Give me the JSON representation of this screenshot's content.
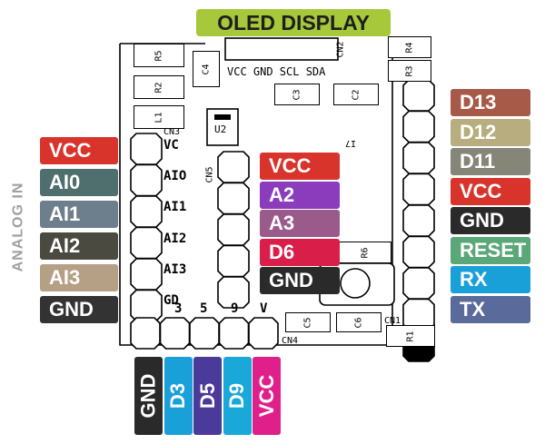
{
  "title": "OLED DISPLAY",
  "analog_caption": "ANALOG IN",
  "oled_pins": "VCC GND SCL SDA",
  "silkscreen": {
    "cn2": "CN2",
    "cn3": "CN3",
    "cn5": "CN5",
    "cn4": "CN4",
    "cn1": "CN1",
    "r5": "R5",
    "r2": "R2",
    "l1": "L1",
    "c4": "C4",
    "c3": "C3",
    "c2": "C2",
    "r4": "R4",
    "r3": "R3",
    "u2": "U2",
    "i7": "I7",
    "r6": "R6",
    "c5": "C5",
    "c6": "C6",
    "r1": "R1",
    "left_pins": [
      "VC",
      "AIO",
      "AI1",
      "AI2",
      "AI3",
      "GD"
    ],
    "bottom_pins": [
      "3",
      "5",
      "9",
      "V"
    ]
  },
  "left_labels": [
    {
      "text": "VCC",
      "color": "#d9342b"
    },
    {
      "text": "AI0",
      "color": "#4f6e6e"
    },
    {
      "text": "AI1",
      "color": "#6d7f8c"
    },
    {
      "text": "AI2",
      "color": "#4a4a40"
    },
    {
      "text": "AI3",
      "color": "#b59f85"
    },
    {
      "text": "GND",
      "color": "#333333"
    }
  ],
  "center_labels": [
    {
      "text": "VCC",
      "color": "#d9342b"
    },
    {
      "text": "A2",
      "color": "#8a3cbd"
    },
    {
      "text": "A3",
      "color": "#9a5a8a"
    },
    {
      "text": "D6",
      "color": "#d91e4a"
    },
    {
      "text": "GND",
      "color": "#2a2a2a"
    }
  ],
  "right_labels": [
    {
      "text": "D13",
      "color": "#a85a48"
    },
    {
      "text": "D12",
      "color": "#b8ad7e"
    },
    {
      "text": "D11",
      "color": "#858578"
    },
    {
      "text": "VCC",
      "color": "#d9342b"
    },
    {
      "text": "GND",
      "color": "#2a2a2a"
    },
    {
      "text": "RESET",
      "color": "#5aa878"
    },
    {
      "text": "RX",
      "color": "#1aa0d8"
    },
    {
      "text": "TX",
      "color": "#5a6a9a"
    }
  ],
  "bottom_labels": [
    {
      "text": "GND",
      "color": "#2a2a2a"
    },
    {
      "text": "D3",
      "color": "#1aa0d8"
    },
    {
      "text": "D5",
      "color": "#4a3a9a"
    },
    {
      "text": "D9",
      "color": "#1aa8d8"
    },
    {
      "text": "VCC",
      "color": "#e0208a"
    }
  ],
  "colors": {
    "title_bg": "#a6c83a",
    "board_line": "#000000"
  }
}
